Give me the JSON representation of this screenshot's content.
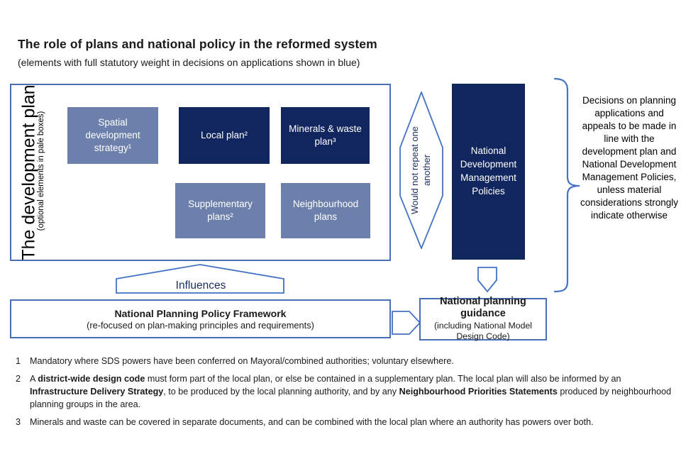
{
  "title": "The role of plans and national policy in the reformed system",
  "subtitle": "(elements with full statutory weight in decisions on applications shown in blue)",
  "colors": {
    "dark_navy": "#11265e",
    "pale_blue": "#6d80ac",
    "outline_blue": "#4472c4",
    "border_blue": "#4a6db8",
    "label_navy": "#1a2d5f"
  },
  "development_plan": {
    "label": "The development plan",
    "sublabel": "(optional elements in pale boxes)",
    "boxes": [
      {
        "label": "Spatial development strategy¹",
        "style": "pale"
      },
      {
        "label": "Local plan²",
        "style": "dark"
      },
      {
        "label": "Minerals & waste plan³",
        "style": "dark"
      },
      {
        "label": "Supplementary plans²",
        "style": "pale"
      },
      {
        "label": "Neighbourhood plans",
        "style": "pale"
      }
    ]
  },
  "hexagon": {
    "label": "Would not repeat one another"
  },
  "ndmp": {
    "label": "National Development Management Policies"
  },
  "decisions": {
    "text": "Decisions on planning applications and appeals to be made in line with the development plan and National Development Management Policies, unless material considerations strongly indicate otherwise"
  },
  "influences": {
    "label": "Influences"
  },
  "nppf": {
    "title": "National Planning Policy Framework",
    "subtitle": "(re-focused on plan-making principles and requirements)"
  },
  "guidance": {
    "title": "National planning guidance",
    "subtitle": "(including National Model Design Code)"
  },
  "footnotes": [
    {
      "num": "1",
      "segments": [
        {
          "t": "Mandatory where SDS powers have been conferred on Mayoral/combined authorities; voluntary elsewhere.",
          "b": false
        }
      ]
    },
    {
      "num": "2",
      "segments": [
        {
          "t": "A ",
          "b": false
        },
        {
          "t": "district-wide design code",
          "b": true
        },
        {
          "t": " must form part of the local plan, or else be contained in a supplementary plan. The local plan will also be informed by an ",
          "b": false
        },
        {
          "t": "Infrastructure Delivery Strategy",
          "b": true
        },
        {
          "t": ", to be produced by the local planning authority, and by any ",
          "b": false
        },
        {
          "t": "Neighbourhood Priorities Statements",
          "b": true
        },
        {
          "t": " produced by neighbourhood planning groups in the area.",
          "b": false
        }
      ]
    },
    {
      "num": "3",
      "segments": [
        {
          "t": "Minerals and waste can be covered in separate documents, and can be combined with the local plan where an authority has powers over both.",
          "b": false
        }
      ]
    }
  ]
}
